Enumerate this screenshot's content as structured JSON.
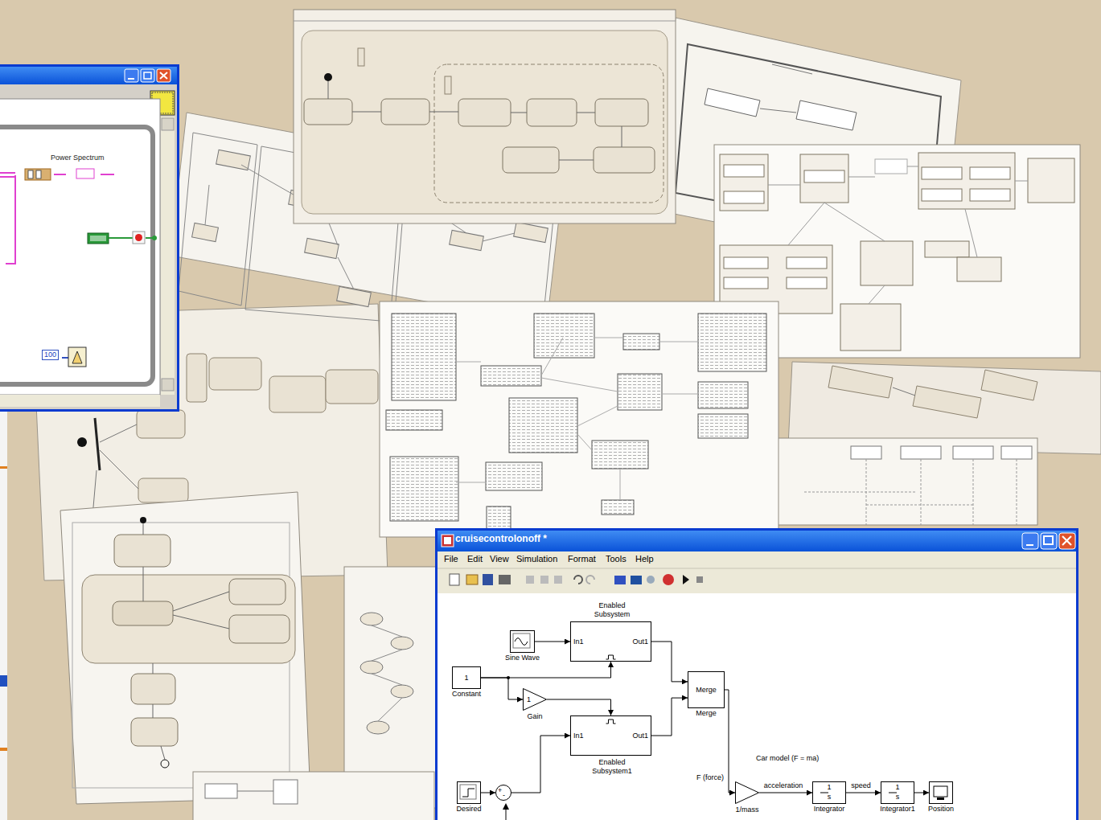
{
  "diagram": {
    "nodes": [
      {
        "text": [
          "Enabled Subsystem",
          "In1",
          "Out1"
        ]
      },
      {
        "text": [
          "Sine Wave"
        ]
      },
      {
        "text": [
          "1",
          "Constant"
        ]
      },
      {
        "text": [
          "1",
          "Gain"
        ]
      },
      {
        "text": [
          "Merge",
          "Merge"
        ]
      },
      {
        "text": [
          "Enabled Subsystem1",
          "In1",
          "Out1"
        ]
      },
      {
        "text": [
          "Desired"
        ]
      },
      {
        "text": [
          "+",
          "-"
        ]
      },
      {
        "text": [
          "1/mass"
        ]
      },
      {
        "text": [
          "1",
          "s",
          "Integrator"
        ]
      },
      {
        "text": [
          "1",
          "s",
          "Integrator1"
        ]
      },
      {
        "text": [
          "Position"
        ]
      }
    ],
    "edges": [
      {
        "from": 1,
        "to": 0,
        "arrow": "to"
      },
      {
        "from": 2,
        "to": 0,
        "arrow": "to"
      },
      {
        "from": 2,
        "to": 3,
        "arrow": "to"
      },
      {
        "from": 3,
        "to": 5,
        "arrow": "to"
      },
      {
        "from": 6,
        "to": 7,
        "arrow": "to"
      },
      {
        "from": 7,
        "to": 5,
        "arrow": "to"
      },
      {
        "from": 0,
        "to": 4,
        "arrow": "to"
      },
      {
        "from": 5,
        "to": 4,
        "arrow": "to"
      },
      {
        "from": 4,
        "to": 8,
        "arrow": "to"
      },
      {
        "from": 8,
        "to": 9,
        "label": "acceleration",
        "arrow": "to"
      },
      {
        "from": 9,
        "to": 10,
        "label": "speed",
        "arrow": "to"
      },
      {
        "from": 10,
        "to": 11,
        "arrow": "to"
      }
    ],
    "labels": [
      "cruisecontrolonoff *",
      "File",
      "Edit",
      "View",
      "Simulation",
      "Format",
      "Tools",
      "Help",
      "Car model (F = ma)",
      "F (force)",
      "Power Spectrum",
      "100"
    ]
  }
}
